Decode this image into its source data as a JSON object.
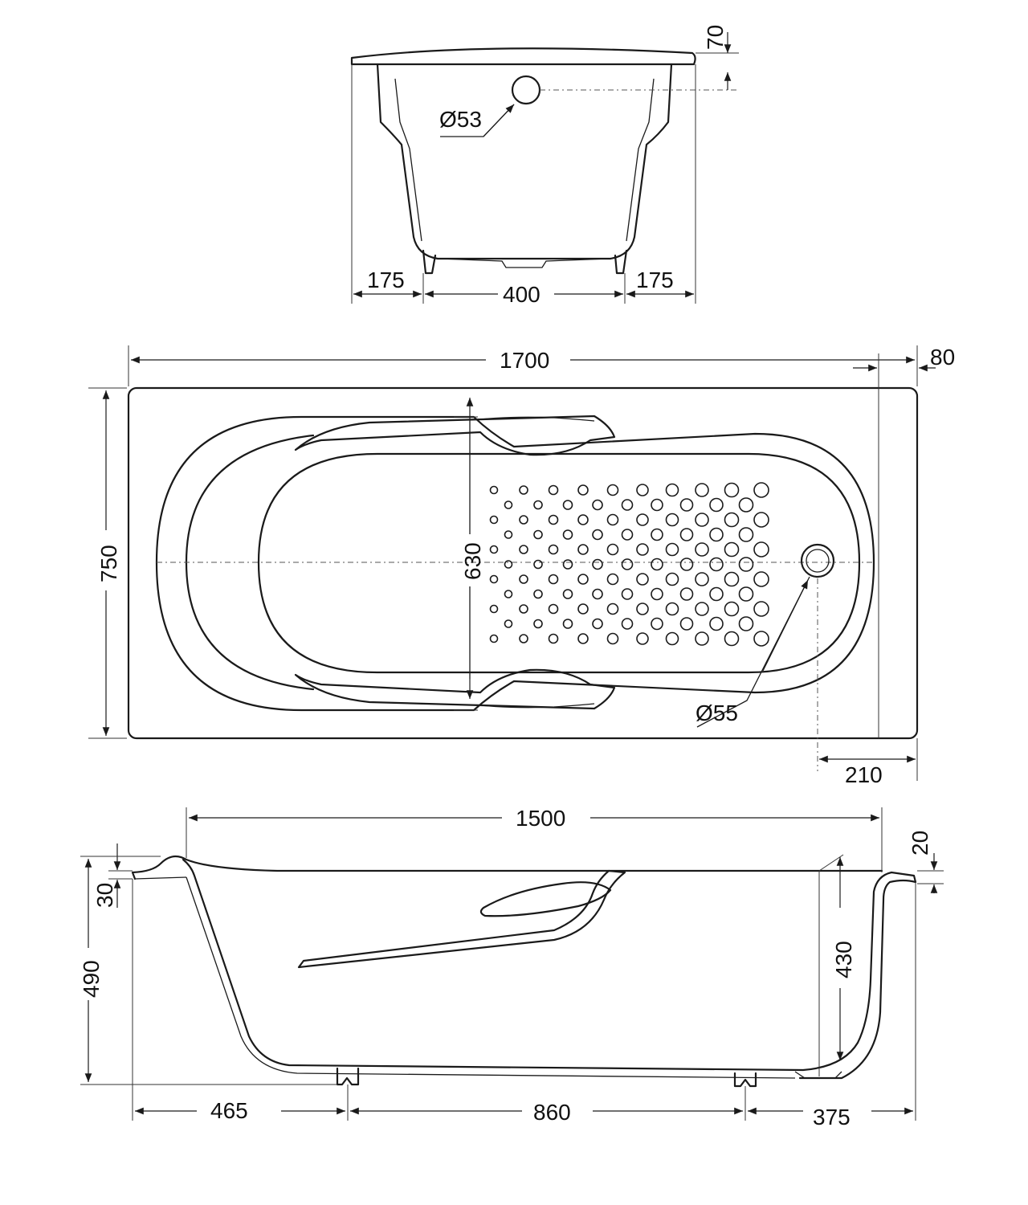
{
  "end_view": {
    "overflow_dia": "Ø53",
    "rim_height": "70",
    "left_offset": "175",
    "leg_spacing": "400",
    "right_offset": "175"
  },
  "plan_view": {
    "total_length": "1700",
    "right_margin": "80",
    "total_width": "750",
    "inner_width": "630",
    "drain_dia": "Ø55",
    "drain_offset": "210"
  },
  "side_view": {
    "inner_length": "1500",
    "rim_thickness": "20",
    "lip_height": "30",
    "total_height": "490",
    "inner_depth": "430",
    "left_leg_offset": "465",
    "leg_spacing": "860",
    "right_leg_offset": "375"
  }
}
